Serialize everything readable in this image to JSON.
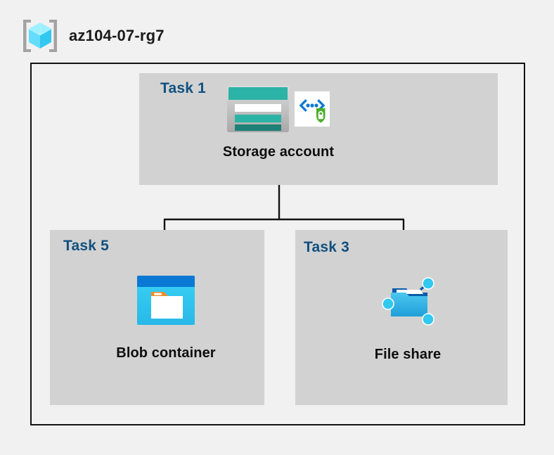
{
  "header": {
    "icon": "resource-group-icon",
    "title": "az104-07-rg7"
  },
  "diagram": {
    "type": "azure-architecture-diagram",
    "frame_label": "resource-group-boundary",
    "colors": {
      "background": "#f1f1f1",
      "panel": "#d2d2d2",
      "frame_border": "#121212",
      "task_label": "#11507f",
      "caption": "#0d0d0d",
      "storage_teal": "#2bb3a6",
      "storage_teal_dark": "#1d7f76",
      "blob_blue": "#0a78d4",
      "blob_cyan": "#32c8f0",
      "blob_orange": "#f78d28",
      "fileshare_blue": "#36b5e8",
      "fileshare_dark": "#0a5ba8",
      "shield_green": "#4cae2b",
      "bracket_gray": "#a3a3a3",
      "cube_cyan": "#5ae0fb"
    },
    "nodes": [
      {
        "id": "storage-account",
        "task": "Task 1",
        "caption": "Storage account",
        "icons": [
          "storage-account-icon",
          "secure-endpoint-icon"
        ]
      },
      {
        "id": "blob-container",
        "task": "Task 5",
        "caption": "Blob container",
        "icons": [
          "blob-container-icon"
        ]
      },
      {
        "id": "file-share",
        "task": "Task 3",
        "caption": "File share",
        "icons": [
          "file-share-icon"
        ]
      }
    ],
    "connections": [
      {
        "from": "storage-account",
        "to": "blob-container"
      },
      {
        "from": "storage-account",
        "to": "file-share"
      }
    ]
  }
}
